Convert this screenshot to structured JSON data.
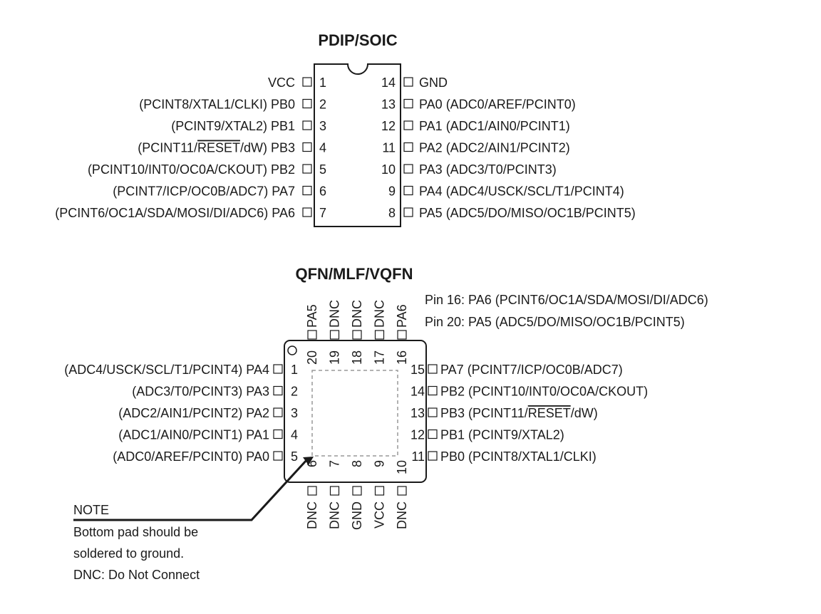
{
  "pdip": {
    "title": "PDIP/SOIC",
    "left_pins": [
      {
        "num": "1",
        "pre": "VCC",
        "over": "",
        "post": ""
      },
      {
        "num": "2",
        "pre": "(PCINT8/XTAL1/CLKI) PB0",
        "over": "",
        "post": ""
      },
      {
        "num": "3",
        "pre": "(PCINT9/XTAL2) PB1",
        "over": "",
        "post": ""
      },
      {
        "num": "4",
        "pre": "(PCINT11/",
        "over": "RESET",
        "post": "/dW) PB3"
      },
      {
        "num": "5",
        "pre": "(PCINT10/INT0/OC0A/CKOUT) PB2",
        "over": "",
        "post": ""
      },
      {
        "num": "6",
        "pre": "(PCINT7/ICP/OC0B/ADC7) PA7",
        "over": "",
        "post": ""
      },
      {
        "num": "7",
        "pre": "(PCINT6/OC1A/SDA/MOSI/DI/ADC6) PA6",
        "over": "",
        "post": ""
      }
    ],
    "right_pins": [
      {
        "num": "14",
        "pre": "GND",
        "over": "",
        "post": ""
      },
      {
        "num": "13",
        "pre": "PA0 (ADC0/AREF/PCINT0)",
        "over": "",
        "post": ""
      },
      {
        "num": "12",
        "pre": "PA1 (ADC1/AIN0/PCINT1)",
        "over": "",
        "post": ""
      },
      {
        "num": "11",
        "pre": "PA2 (ADC2/AIN1/PCINT2)",
        "over": "",
        "post": ""
      },
      {
        "num": "10",
        "pre": "PA3 (ADC3/T0/PCINT3)",
        "over": "",
        "post": ""
      },
      {
        "num": "9",
        "pre": "PA4 (ADC4/USCK/SCL/T1/PCINT4)",
        "over": "",
        "post": ""
      },
      {
        "num": "8",
        "pre": "PA5 (ADC5/DO/MISO/OC1B/PCINT5)",
        "over": "",
        "post": ""
      }
    ]
  },
  "qfn": {
    "title": "QFN/MLF/VQFN",
    "notes": [
      "Pin 16:  PA6 (PCINT6/OC1A/SDA/MOSI/DI/ADC6)",
      "Pin 20:  PA5 (ADC5/DO/MISO/OC1B/PCINT5)"
    ],
    "left_pins": [
      {
        "num": "1",
        "pre": "(ADC4/USCK/SCL/T1/PCINT4) PA4",
        "over": "",
        "post": ""
      },
      {
        "num": "2",
        "pre": "(ADC3/T0/PCINT3) PA3",
        "over": "",
        "post": ""
      },
      {
        "num": "3",
        "pre": "(ADC2/AIN1/PCINT2) PA2",
        "over": "",
        "post": ""
      },
      {
        "num": "4",
        "pre": "(ADC1/AIN0/PCINT1) PA1",
        "over": "",
        "post": ""
      },
      {
        "num": "5",
        "pre": "(ADC0/AREF/PCINT0) PA0",
        "over": "",
        "post": ""
      }
    ],
    "right_pins": [
      {
        "num": "15",
        "pre": "PA7 (PCINT7/ICP/OC0B/ADC7)",
        "over": "",
        "post": ""
      },
      {
        "num": "14",
        "pre": "PB2 (PCINT10/INT0/OC0A/CKOUT)",
        "over": "",
        "post": ""
      },
      {
        "num": "13",
        "pre": "PB3 (PCINT11/",
        "over": "RESET",
        "post": "/dW)"
      },
      {
        "num": "12",
        "pre": "PB1 (PCINT9/XTAL2)",
        "over": "",
        "post": ""
      },
      {
        "num": "11",
        "pre": "PB0 (PCINT8/XTAL1/CLKI)",
        "over": "",
        "post": ""
      }
    ],
    "top_pins": [
      {
        "num": "20",
        "label": "PA5"
      },
      {
        "num": "19",
        "label": "DNC"
      },
      {
        "num": "18",
        "label": "DNC"
      },
      {
        "num": "17",
        "label": "DNC"
      },
      {
        "num": "16",
        "label": "PA6"
      }
    ],
    "bottom_pins": [
      {
        "num": "6",
        "label": "DNC"
      },
      {
        "num": "7",
        "label": "DNC"
      },
      {
        "num": "8",
        "label": "GND"
      },
      {
        "num": "9",
        "label": "VCC"
      },
      {
        "num": "10",
        "label": "DNC"
      }
    ]
  },
  "note": {
    "heading": "NOTE",
    "lines": [
      "Bottom pad should be",
      "soldered to ground.",
      "DNC: Do Not Connect"
    ]
  }
}
